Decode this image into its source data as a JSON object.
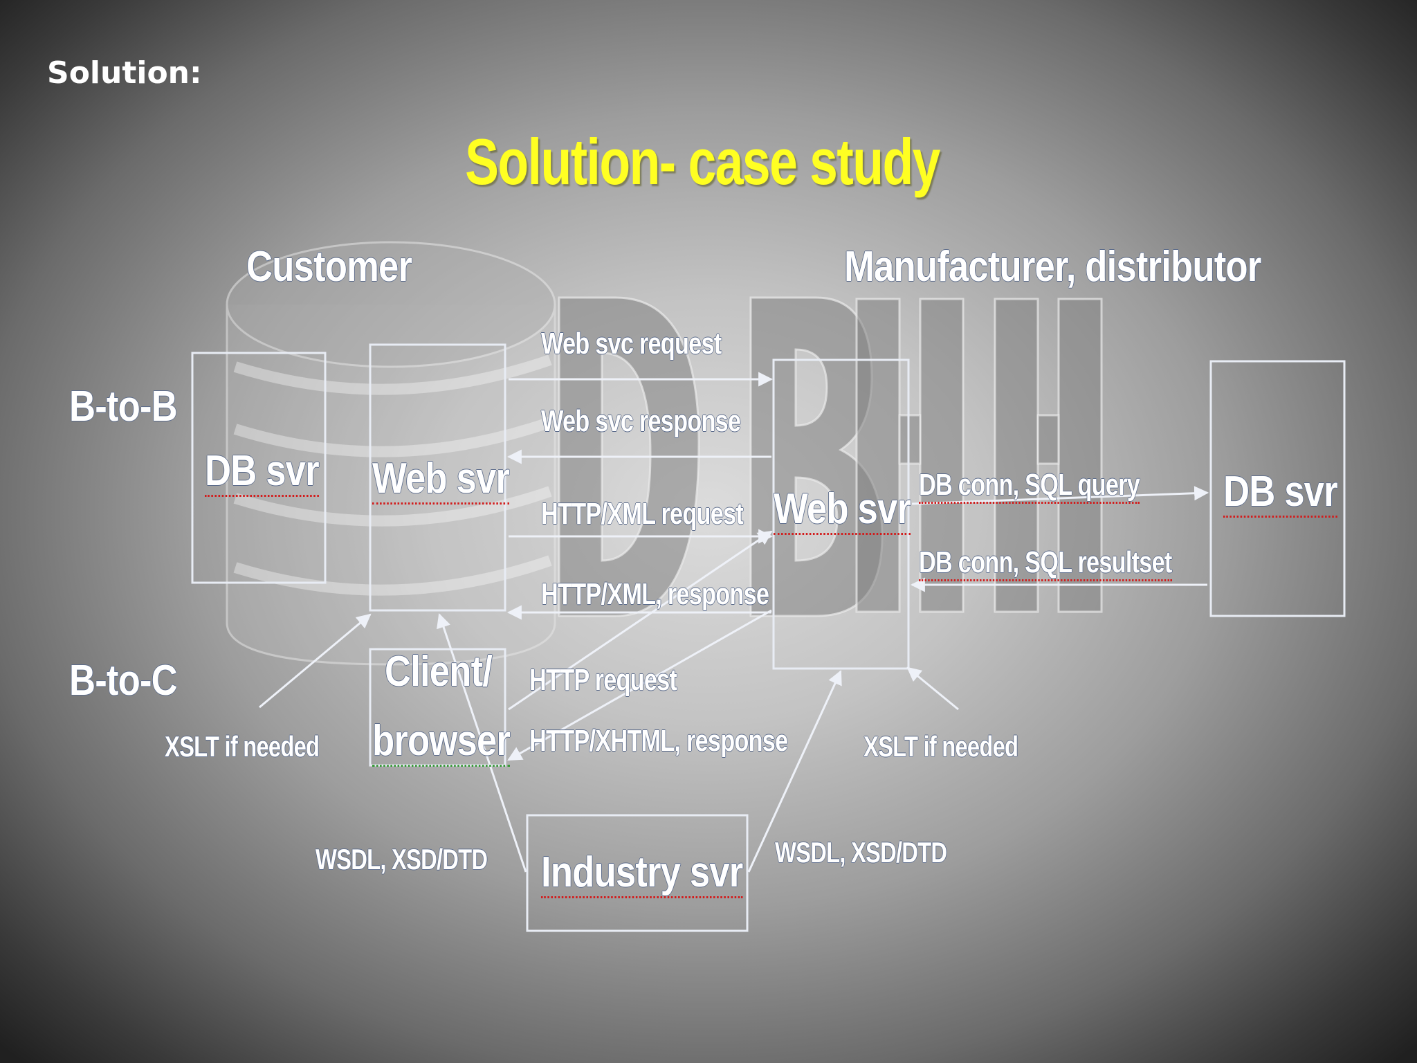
{
  "slide": {
    "title": "Solution:"
  },
  "diagram": {
    "title": "Solution- case study",
    "watermark": "DBH",
    "colors": {
      "title": "#ffff22",
      "text": "#ffffff",
      "box_stroke": "#e8ecf4",
      "arrow": "#eef1f8",
      "spellcheck_red": "#d21c1c",
      "spellcheck_green": "#3a9a3a"
    },
    "headers": {
      "customer": "Customer",
      "manufacturer": "Manufacturer, distributor"
    },
    "rows": {
      "b2b": "B-to-B",
      "b2c": "B-to-C"
    },
    "nodes": {
      "cust_db": "DB svr",
      "cust_web": "Web svr",
      "client_browser_line1": "Client/",
      "client_browser_line2": "browser",
      "mfr_web": "Web svr",
      "mfr_db": "DB svr",
      "industry": "Industry svr"
    },
    "edges": {
      "ws_request": "Web svc request",
      "ws_response": "Web svc response",
      "http_xml_request": "HTTP/XML request",
      "http_xml_response": "HTTP/XML, response",
      "http_request": "HTTP request",
      "http_xhtml_response": "HTTP/XHTML, response",
      "sql_query": "DB conn,  SQL query",
      "sql_resultset": "DB conn,  SQL resultset",
      "xslt_left": "XSLT if needed",
      "xslt_right": "XSLT if needed",
      "wsdl_left": "WSDL, XSD/DTD",
      "wsdl_right": "WSDL, XSD/DTD"
    }
  }
}
